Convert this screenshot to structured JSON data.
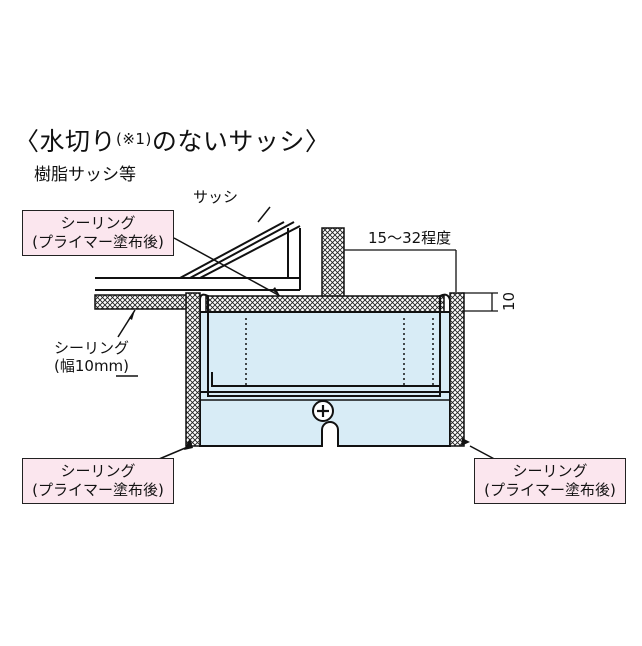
{
  "heading": {
    "title_main": "〈水切り",
    "title_note": "(※1)",
    "title_rest": "のないサッシ〉",
    "subtitle": "樹脂サッシ等"
  },
  "labels": {
    "sash": "サッシ",
    "dimension_range": "15〜32程度",
    "dimension_height": "10",
    "sealing_width_line1": "シーリング",
    "sealing_width_line2": "(幅10mm)"
  },
  "callouts": [
    {
      "line1": "シーリング",
      "line2": "(プライマー塗布後)"
    },
    {
      "line1": "シーリング",
      "line2": "(プライマー塗布後)"
    },
    {
      "line1": "シーリング",
      "line2": "(プライマー塗布後)"
    }
  ],
  "colors": {
    "callout_fill": "#fbe6ee",
    "unit_fill": "#d8ecf6",
    "hatch": "#222222"
  }
}
